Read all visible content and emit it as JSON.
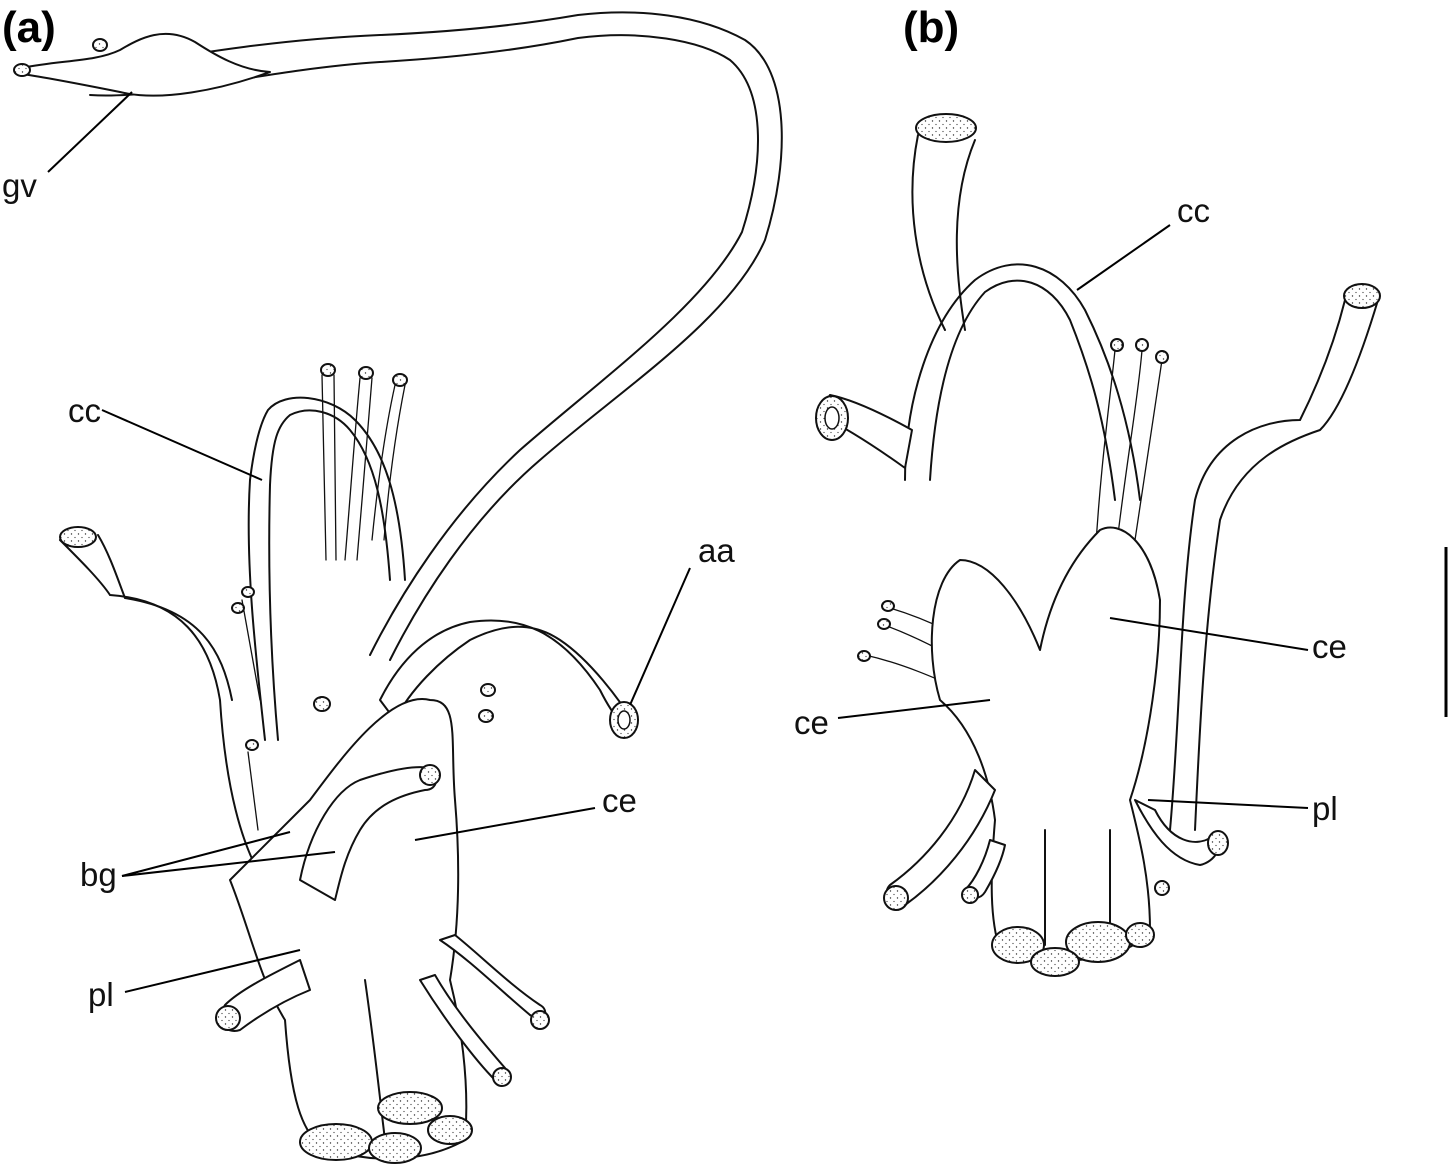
{
  "figure": {
    "panels": [
      {
        "id": "a",
        "title": "(a)",
        "labels": [
          "gv",
          "cc",
          "aa",
          "ce",
          "bg",
          "pl"
        ]
      },
      {
        "id": "b",
        "title": "(b)",
        "labels": [
          "cc",
          "ce",
          "ce",
          "pl"
        ]
      }
    ],
    "colors": {
      "ink": "#111111",
      "background": "#ffffff"
    }
  }
}
